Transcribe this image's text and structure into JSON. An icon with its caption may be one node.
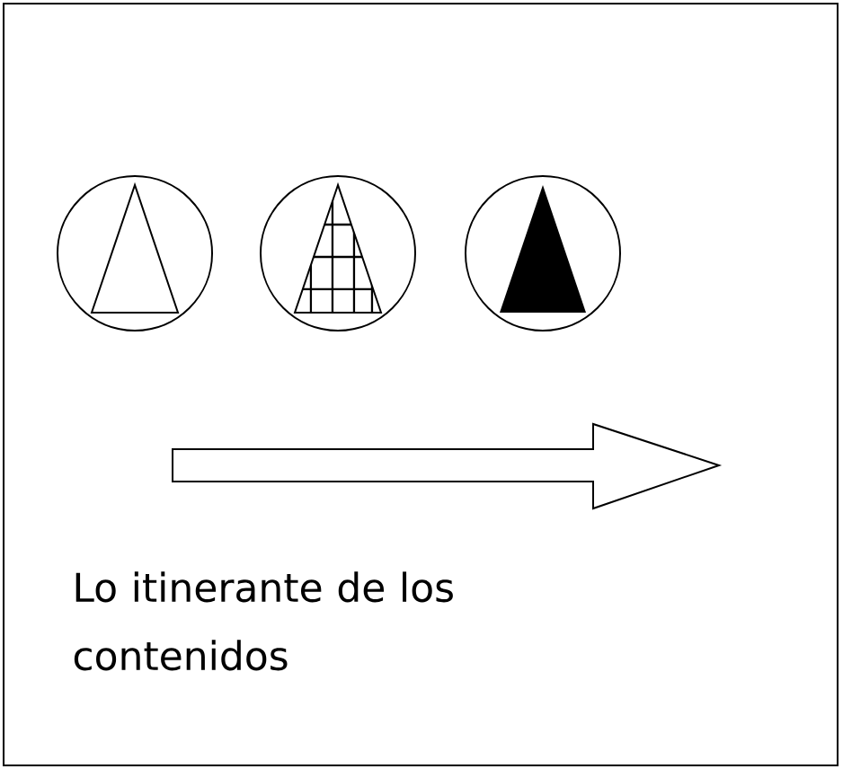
{
  "diagram": {
    "nodes": [
      {
        "text": [],
        "shape": "circle"
      },
      {
        "text": [],
        "shape": "circle"
      },
      {
        "text": [],
        "shape": "circle"
      }
    ],
    "labels": [
      "Lo itinerante de los contenidos"
    ]
  }
}
